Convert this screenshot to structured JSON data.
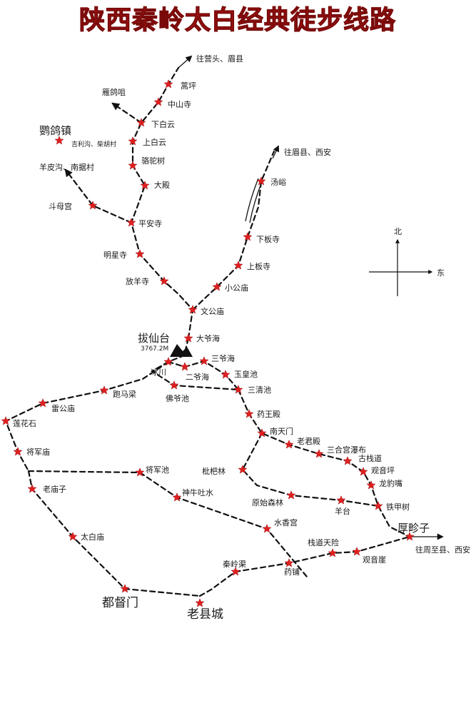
{
  "title": "陕西秦岭太白经典徒步线路",
  "colors": {
    "title": "#d41c1c",
    "star": "#e02020",
    "trail": "#111111"
  },
  "compass": {
    "north": "北",
    "east": "东"
  },
  "summit": {
    "name": "拔仙台",
    "elevation": "3767.2M"
  },
  "destinations": {
    "yingtou": "往营头、眉县",
    "meixian_xian": "往眉县、西安",
    "zhouzhi": "往周至县、西安"
  },
  "places": {
    "haoping": "蒿坪",
    "zhongshansi": "中山寺",
    "yangezui": "雁鸽咀",
    "xiabaiyun": "下白云",
    "shangbaiyun": "上白云",
    "yinggezhen": "鹦鸽镇",
    "jiligou": "吉利沟、柴胡村",
    "luotuoshu": "骆驼树",
    "yangpigou": "羊皮沟、南据村",
    "dadian": "大殿",
    "doumugong": "斗母宫",
    "pingansi": "平安寺",
    "mingxingsi": "明星寺",
    "fangyangsi": "放羊寺",
    "wengongmiao": "文公庙",
    "tangyu": "汤峪",
    "xiabansi": "下板寺",
    "shangbansi": "上板寺",
    "xiaogongmiao": "小公庙",
    "dayehai": "大爷海",
    "sanyehai": "三爷海",
    "bingchuan": "冰川",
    "eryehai": "二爷海",
    "yuhuangchi": "玉皇池",
    "foyechi": "佛爷池",
    "sanqingchi": "三清池",
    "paomaliang": "跑马梁",
    "leigongmiao": "雷公庙",
    "lianhuashi": "莲花石",
    "yaowangdian": "药王殿",
    "nantianmen": "南天门",
    "laojundian": "老君殿",
    "sanhegong": "三合宫瀑布",
    "guzhandao": "古栈道",
    "guanyinping": "观音坪",
    "longbaozui": "龙豹嘴",
    "jiangjunmiao": "将军庙",
    "jiangjunchi": "将军池",
    "pipalin": "枇杷林",
    "laomiaozi": "老庙子",
    "shenniutushui": "神牛吐水",
    "yuanshisenlin": "原始森林",
    "yangtai": "羊台",
    "tiejiashu": "铁甲树",
    "houzhenzi": "厚畛子",
    "shuixianggong": "水香宫",
    "taibaimiao": "太白庙",
    "zhandaotianxian": "栈道天险",
    "guanyinya": "观音崖",
    "qinlingqu": "秦岭渠",
    "yaopu": "药铺",
    "dudumen": "都督门",
    "laoxiancheng": "老县城"
  }
}
